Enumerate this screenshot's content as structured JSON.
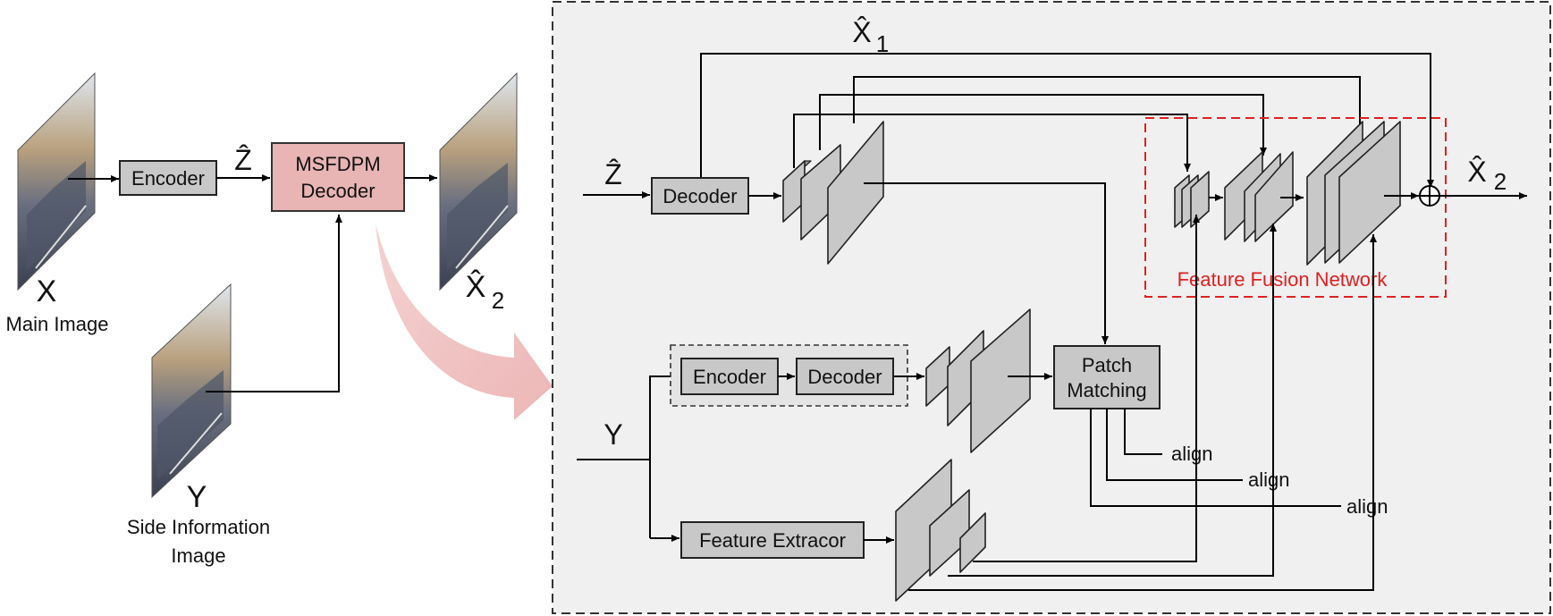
{
  "left": {
    "main_image_symbol": "X",
    "main_image_caption": "Main Image",
    "encoder_label": "Encoder",
    "latent_symbol": "Ẑ",
    "decoder_line1": "MSFDPM",
    "decoder_line2": "Decoder",
    "output_symbol": "X̂",
    "output_subscript": "2",
    "side_image_symbol": "Y",
    "side_image_caption_line1": "Side Information",
    "side_image_caption_line2": "Image"
  },
  "detail": {
    "x1_symbol": "X̂",
    "x1_subscript": "1",
    "z_symbol": "Ẑ",
    "decoder_label": "Decoder",
    "x2_symbol": "X̂",
    "x2_subscript": "2",
    "fusion_label": "Feature Fusion Network",
    "y_symbol": "Y",
    "encoder_label": "Encoder",
    "decoder2_label": "Decoder",
    "patch_line1": "Patch",
    "patch_line2": "Matching",
    "align1": "align",
    "align2": "align",
    "align3": "align",
    "extractor_label": "Feature Extracor",
    "plus_symbol": "+"
  },
  "colors": {
    "module_fill": "#c8c8c8",
    "msfdpm_fill": "#e8b4b4",
    "fusion_border": "#e02020",
    "panel_bg": "#f0f0f0"
  }
}
